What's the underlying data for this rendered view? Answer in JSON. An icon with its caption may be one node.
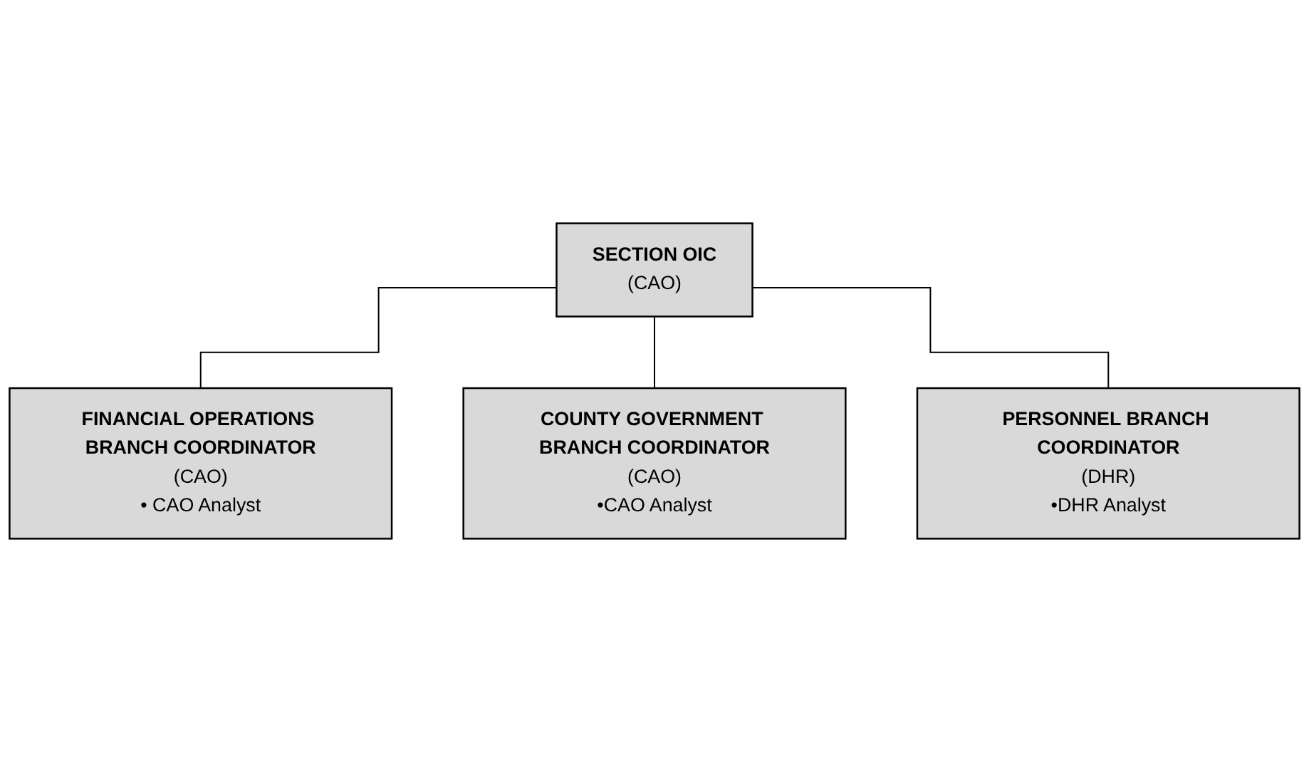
{
  "diagram": {
    "nodes": [
      {
        "text": [
          "SECTION OIC",
          "(CAO)"
        ]
      },
      {
        "text": [
          "FINANCIAL OPERATIONS BRANCH COORDINATOR",
          "(CAO)",
          "• CAO Analyst"
        ]
      },
      {
        "text": [
          "COUNTY GOVERNMENT BRANCH COORDINATOR",
          "(CAO)",
          "•CAO Analyst"
        ]
      },
      {
        "text": [
          "PERSONNEL BRANCH COORDINATOR",
          "(DHR)",
          "•DHR Analyst"
        ]
      }
    ],
    "edges": [
      {
        "from": 0,
        "to": 1,
        "arrow": "none"
      },
      {
        "from": 0,
        "to": 2,
        "arrow": "none"
      },
      {
        "from": 0,
        "to": 3,
        "arrow": "none"
      }
    ]
  }
}
